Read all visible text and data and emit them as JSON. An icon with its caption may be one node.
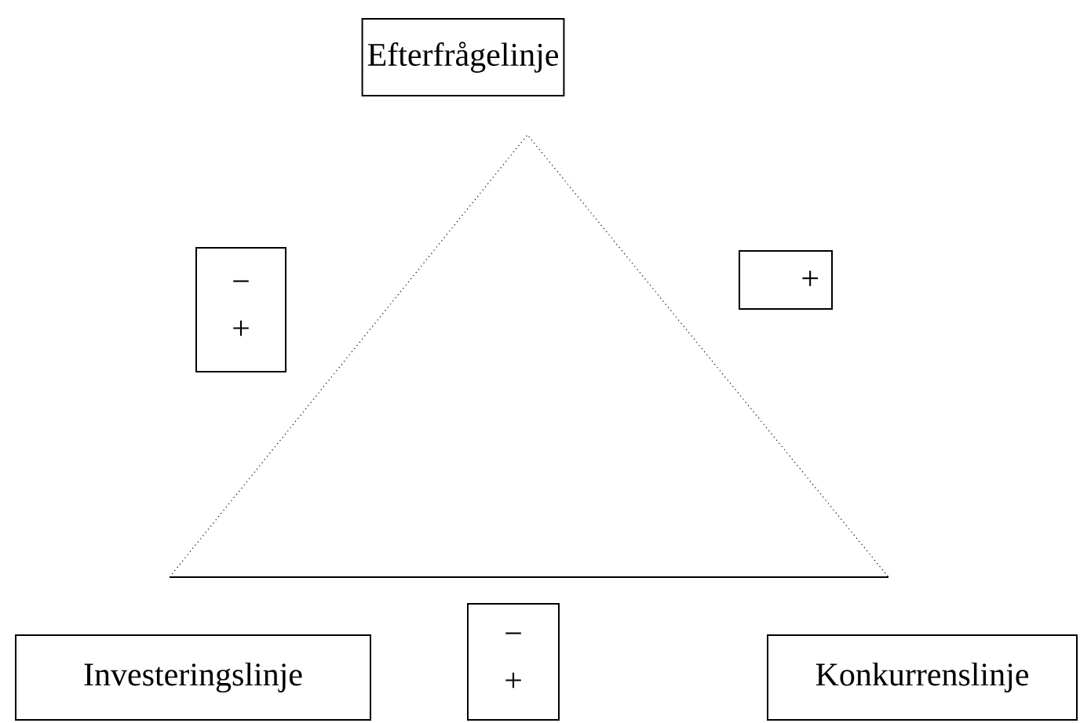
{
  "diagram": {
    "nodes": [
      {
        "text": [
          "Efterfrågelinje"
        ]
      },
      {
        "text": [
          "−",
          "+"
        ]
      },
      {
        "text": [
          "+"
        ]
      },
      {
        "text": [
          "Investeringslinje"
        ]
      },
      {
        "text": [
          "−",
          "+"
        ]
      },
      {
        "text": [
          "Konkurrenslinje"
        ]
      }
    ]
  }
}
